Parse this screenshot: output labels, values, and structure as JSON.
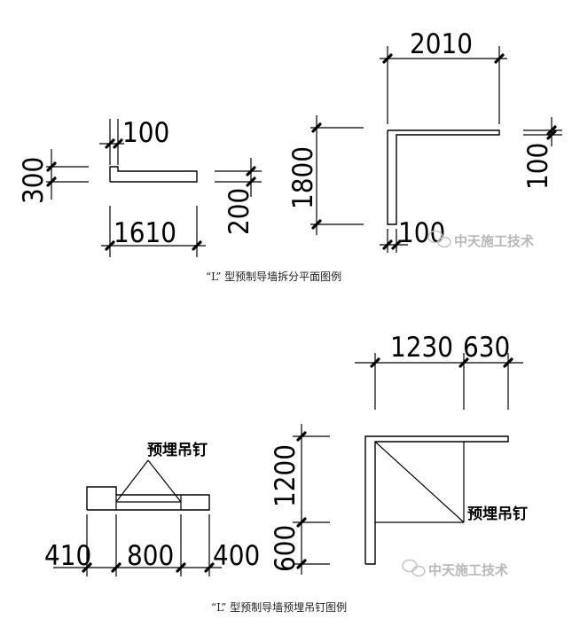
{
  "top_figure": {
    "dims": {
      "piece_small_thickness": "100",
      "piece_small_left": "300",
      "piece_small_length": "1610",
      "piece_small_right": "200",
      "l_top_length": "2010",
      "l_left_height": "1800",
      "l_right_thickness": "100",
      "l_bottom_thickness": "100"
    },
    "caption": "“L” 型预制导墙拆分平面图例"
  },
  "bottom_figure": {
    "dims": {
      "top_a": "1230",
      "top_b": "630",
      "left_upper": "1200",
      "left_lower": "600",
      "bot_a": "410",
      "bot_b": "800",
      "bot_c": "400"
    },
    "label_left": "预埋吊钉",
    "label_right": "预埋吊钉",
    "caption": "“L” 型预制导墙预埋吊钉图例"
  },
  "watermark": {
    "text": "中天施工技术",
    "icon": "wechat-icon"
  }
}
